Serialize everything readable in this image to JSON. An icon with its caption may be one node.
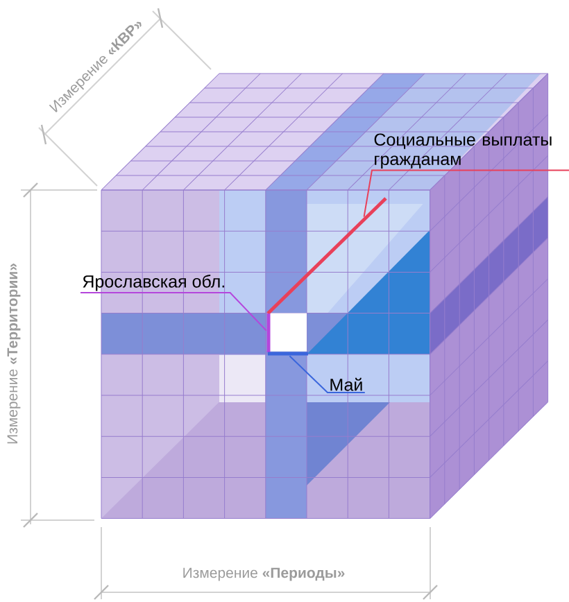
{
  "diagram": {
    "nodes": [
      {
        "text": [
          "Социальные выплаты гражданам"
        ]
      },
      {
        "text": [],
        "shape": "line"
      },
      {
        "text": [
          "Ярославская обл."
        ]
      },
      {
        "text": [],
        "shape": "line"
      },
      {
        "text": [
          "Май"
        ]
      },
      {
        "text": [],
        "shape": "line"
      }
    ],
    "edges": [
      {
        "from": 0,
        "to": 1,
        "arrow": "none",
        "color": "#e8405a"
      },
      {
        "from": 2,
        "to": 3,
        "arrow": "none",
        "color": "#b446dc"
      },
      {
        "from": 4,
        "to": 5,
        "arrow": "none",
        "color": "#3a66dc"
      }
    ],
    "labels": [
      "Измерение **«КВР»**",
      "Измерение **«Территории»**",
      "Измерение **«Периоды»**"
    ]
  }
}
